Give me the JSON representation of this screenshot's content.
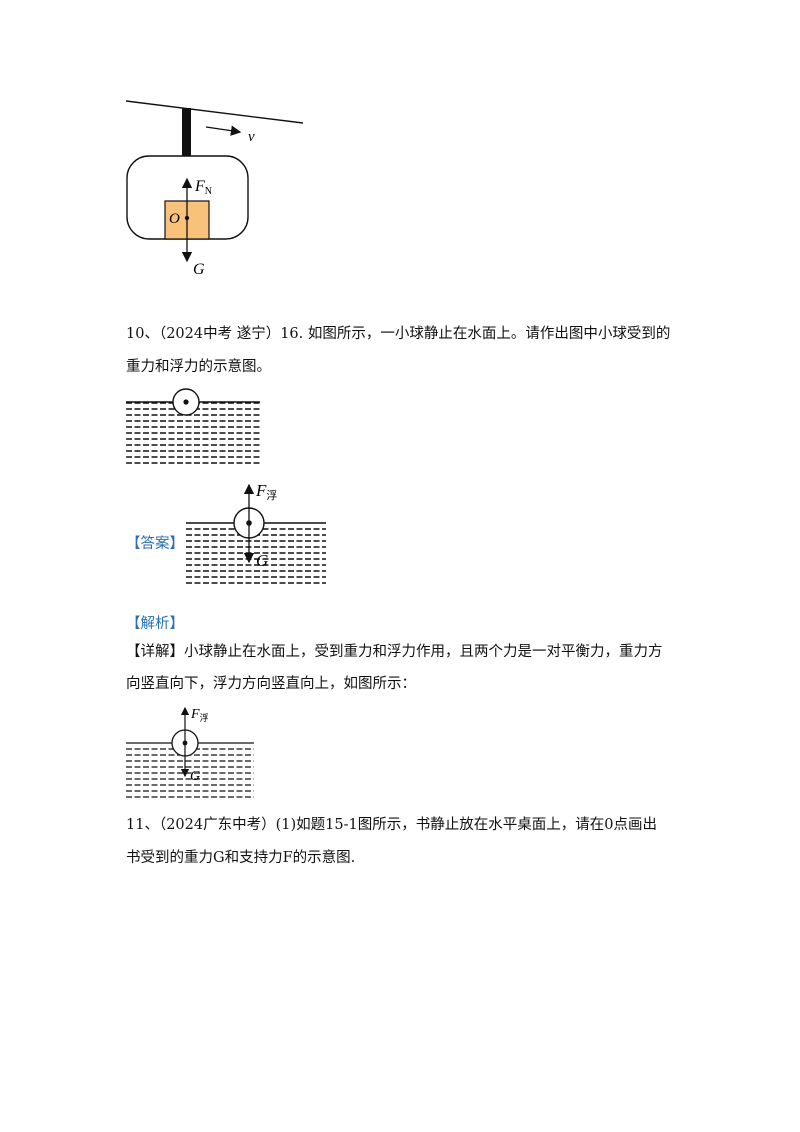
{
  "figure_gondola": {
    "velocity_label": "v",
    "normal_force_label": "F",
    "normal_force_sub": "N",
    "point_label": "O",
    "gravity_label": "G",
    "box_color": "#f9c27b"
  },
  "q10": {
    "line1": "10、（2024中考  遂宁）16. 如图所示，一小球静止在水面上。请作出图中小球受到的",
    "line2": "重力和浮力的示意图。"
  },
  "answer": {
    "tag": "【答案】",
    "buoyancy_label": "F",
    "buoyancy_sub": "浮",
    "gravity_label": "G"
  },
  "analysis": {
    "tag": "【解析】",
    "detail_tag": "【详解】",
    "line1": "小球静止在水面上，受到重力和浮力作用，且两个力是一对平衡力，重力方",
    "line2": "向竖直向下，浮力方向竖直向上，如图所示：",
    "buoyancy_label": "F",
    "buoyancy_sub": "浮",
    "gravity_label": "G"
  },
  "q11": {
    "line1": "11、（2024广东中考）(1)如题15-1图所示，书静止放在水平桌面上，请在0点画出",
    "line2": "书受到的重力G和支持力F的示意图."
  },
  "colors": {
    "tag_blue": "#2a6fb0",
    "ink": "#111111"
  }
}
